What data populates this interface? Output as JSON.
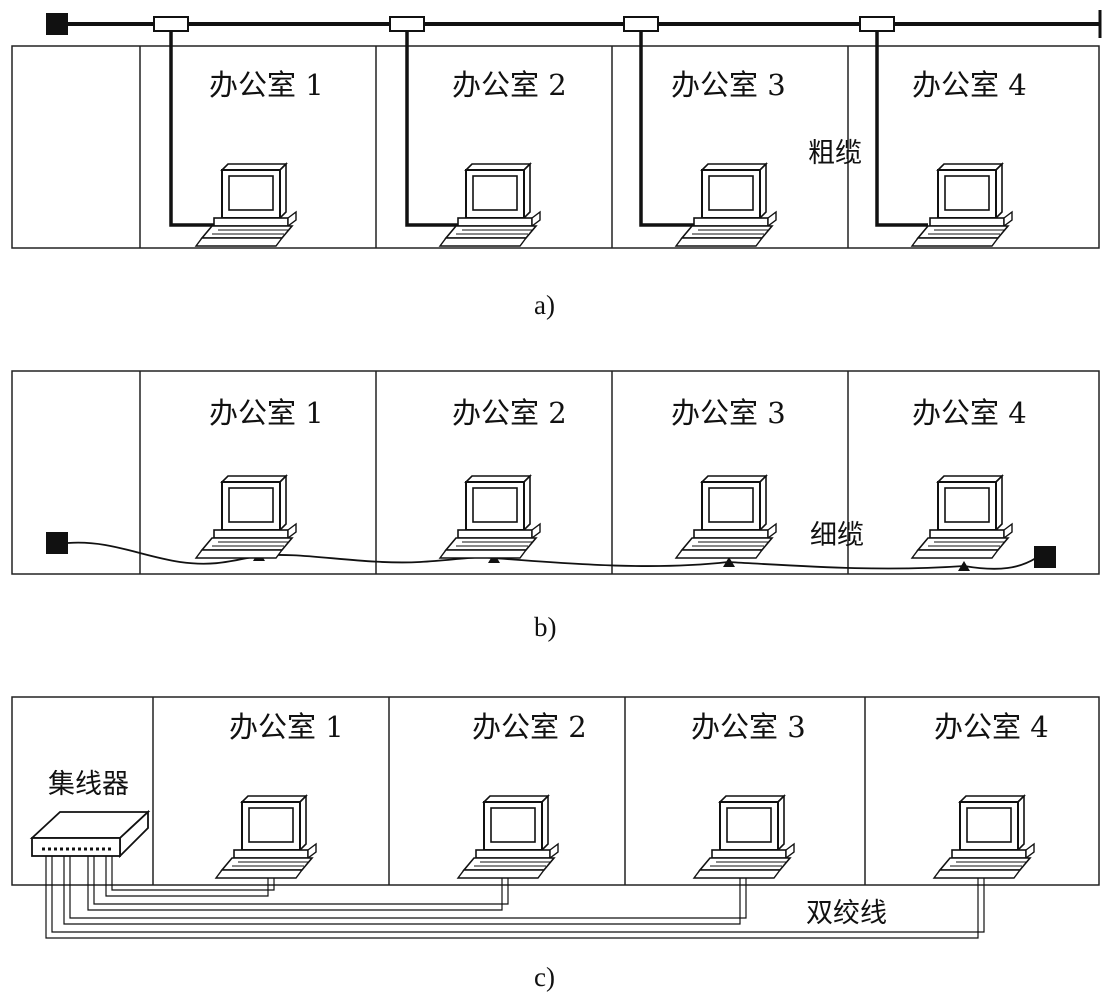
{
  "diagrams": [
    {
      "caption": "a)",
      "rooms": [
        "办公室 1",
        "办公室 2",
        "办公室 3",
        "办公室 4"
      ],
      "cable_label": "粗缆"
    },
    {
      "caption": "b)",
      "rooms": [
        "办公室 1",
        "办公室 2",
        "办公室 3",
        "办公室 4"
      ],
      "cable_label": "细缆"
    },
    {
      "caption": "c)",
      "rooms": [
        "办公室 1",
        "办公室 2",
        "办公室 3",
        "办公室 4"
      ],
      "hub_label": "集线器",
      "cable_label": "双绞线"
    }
  ]
}
